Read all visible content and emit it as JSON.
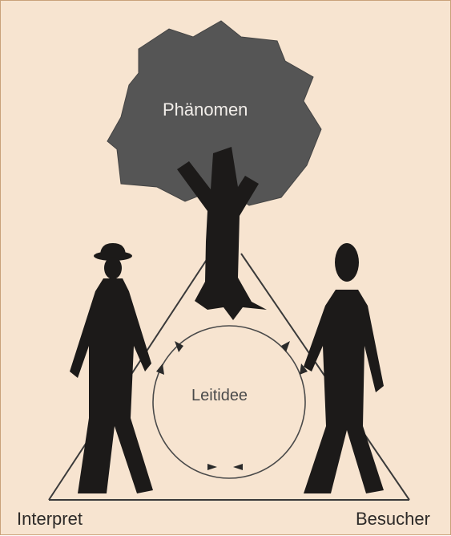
{
  "diagram": {
    "labels": {
      "phenomenon": "Phänomen",
      "guiding_idea": "Leitidee",
      "interpreter": "Interpret",
      "visitor": "Besucher"
    },
    "colors": {
      "background": "#f7e4d0",
      "crown": "#555555",
      "silhouette": "#1c1a19",
      "lines": "#3a3a3a"
    }
  }
}
